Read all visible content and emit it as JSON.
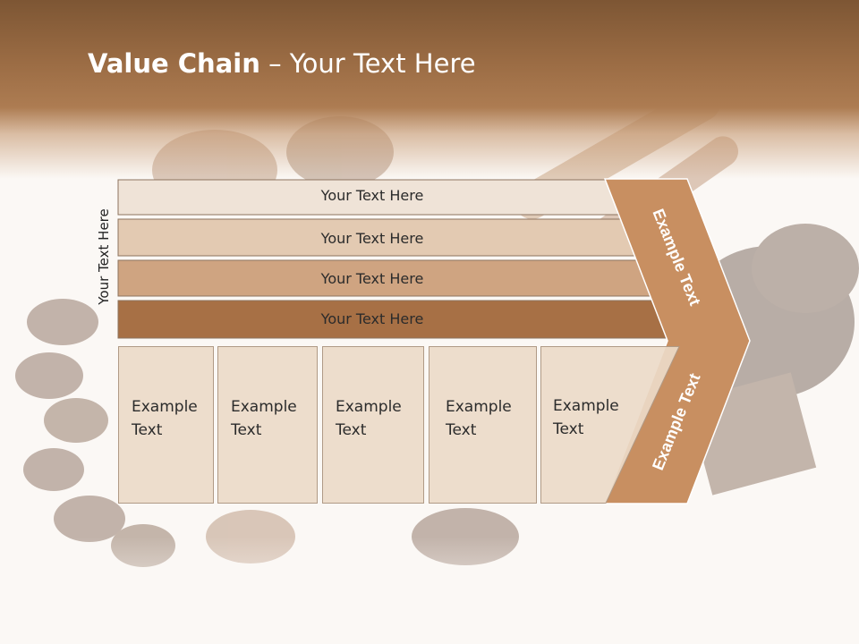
{
  "title": {
    "bold": "Value Chain",
    "rest": " – Your Text Here"
  },
  "vertical_label": "Your Text Here",
  "rows": [
    {
      "label": "Your Text Here",
      "color": "#efe3d7"
    },
    {
      "label": "Your Text Here",
      "color": "#e3cab2"
    },
    {
      "label": "Your Text Here",
      "color": "#cfa481"
    },
    {
      "label": "Your Text Here",
      "color": "#a77045"
    }
  ],
  "columns": [
    {
      "line1": "Example",
      "line2": "Text"
    },
    {
      "line1": "Example",
      "line2": "Text"
    },
    {
      "line1": "Example",
      "line2": "Text"
    },
    {
      "line1": "Example",
      "line2": "Text"
    },
    {
      "line1": "Example",
      "line2": "Text"
    }
  ],
  "chevron": {
    "upper_text": "Example Text",
    "lower_text": "Example Text",
    "color": "#c88f61"
  },
  "colors": {
    "header": "#9b6c44",
    "box_fill": "#ecdac8",
    "border": "#b09a86"
  }
}
